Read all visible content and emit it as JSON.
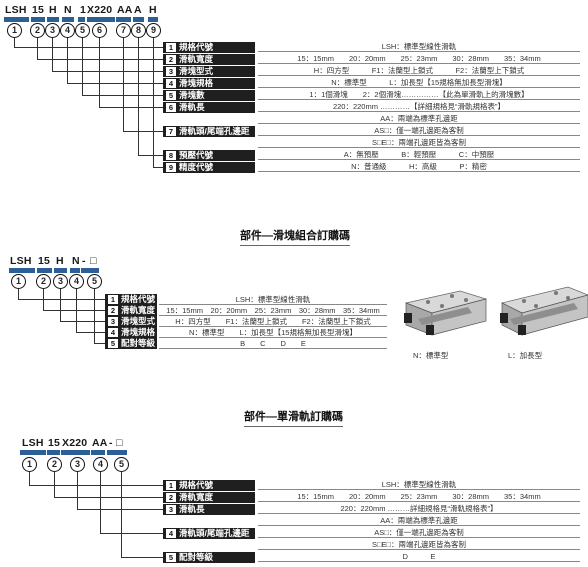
{
  "section1": {
    "code": [
      "LSH",
      "15",
      "H",
      "N",
      "1",
      "X220",
      "AA",
      "A",
      "H"
    ],
    "markers": [
      "1",
      "2",
      "3",
      "4",
      "5",
      "6",
      "7",
      "8",
      "9"
    ],
    "rows": [
      {
        "n": "1",
        "label": "規格代號",
        "values": [
          "LSH：標準型線性滑軌"
        ]
      },
      {
        "n": "2",
        "label": "滑軌寬度",
        "values": [
          "15：15mm　　20：20mm　　25：23mm　　30：28mm　　35：34mm"
        ]
      },
      {
        "n": "3",
        "label": "滑塊型式",
        "values": [
          "H：四方型　　　F1：法蘭型上鎖式　　　F2：法蘭型上下鎖式"
        ]
      },
      {
        "n": "4",
        "label": "滑塊規格",
        "values": [
          "N：標準型　　　L：加長型【15規格無加長型滑塊】"
        ]
      },
      {
        "n": "5",
        "label": "滑塊數",
        "values": [
          "1：1個滑塊　　2：2個滑塊……………【此為單滑軌上的滑塊數】"
        ]
      },
      {
        "n": "6",
        "label": "滑軌長",
        "values": [
          "220：220mm …………【詳細規格見“滑軌規格表”】"
        ]
      },
      {
        "n": "7",
        "label": "滑軌頭/尾端孔邊距",
        "values": [
          "AA：兩端為標準孔邊距",
          "AS□：僅一端孔邊距為客制",
          "S□E□：兩端孔邊距皆為客制"
        ]
      },
      {
        "n": "8",
        "label": "預壓代號",
        "values": [
          "A：無預壓　　　B：輕預壓　　　C：中預壓"
        ]
      },
      {
        "n": "9",
        "label": "精度代號",
        "values": [
          "N：普通級　　　H：高級　　　P：精密"
        ]
      }
    ]
  },
  "section2": {
    "title": "部件—滑塊組合訂購碼",
    "code": [
      "LSH",
      "15",
      "H",
      "N",
      "-",
      "□"
    ],
    "markers": [
      "1",
      "2",
      "3",
      "4",
      "5"
    ],
    "rows": [
      {
        "n": "1",
        "label": "規格代號",
        "values": [
          "LSH：標準型線性滑軌"
        ]
      },
      {
        "n": "2",
        "label": "滑軌寬度",
        "values": [
          "15：15mm　20：20mm　25：23mm　30：28mm　35：34mm"
        ]
      },
      {
        "n": "3",
        "label": "滑塊型式",
        "values": [
          "H：四方型　　F1：法蘭型上鎖式　　F2：法蘭型上下鎖式"
        ]
      },
      {
        "n": "4",
        "label": "滑塊規格",
        "values": [
          "N：標準型　　L：加長型【15規格無加長型滑塊】"
        ]
      },
      {
        "n": "5",
        "label": "配對等級",
        "values": [
          "B　　C　　D　　E"
        ]
      }
    ],
    "captions": [
      "N：標準型",
      "L：加長型"
    ]
  },
  "section3": {
    "title": "部件—單滑軌訂購碼",
    "code": [
      "LSH",
      "15",
      "X220",
      "AA",
      "-",
      "□"
    ],
    "markers": [
      "1",
      "2",
      "3",
      "4",
      "5"
    ],
    "rows": [
      {
        "n": "1",
        "label": "規格代號",
        "values": [
          "LSH：標準型線性滑軌"
        ]
      },
      {
        "n": "2",
        "label": "滑軌寬度",
        "values": [
          "15：15mm　　20：20mm　　25：23mm　　30：28mm　　35：34mm"
        ]
      },
      {
        "n": "3",
        "label": "滑軌長",
        "values": [
          "220：220mm ………詳細規格見“滑軌規格表”】"
        ]
      },
      {
        "n": "4",
        "label": "滑軌頭/尾端孔邊距",
        "values": [
          "AA：兩端為標準孔邊距",
          "AS□：僅一端孔邊距為客制",
          "S□E□：兩端孔邊距皆為客制"
        ]
      },
      {
        "n": "5",
        "label": "配對等級",
        "values": [
          "D　　　E"
        ]
      }
    ]
  },
  "colors": {
    "accent_bar": "#2c5f95",
    "label_bg": "#1f1f1f"
  }
}
